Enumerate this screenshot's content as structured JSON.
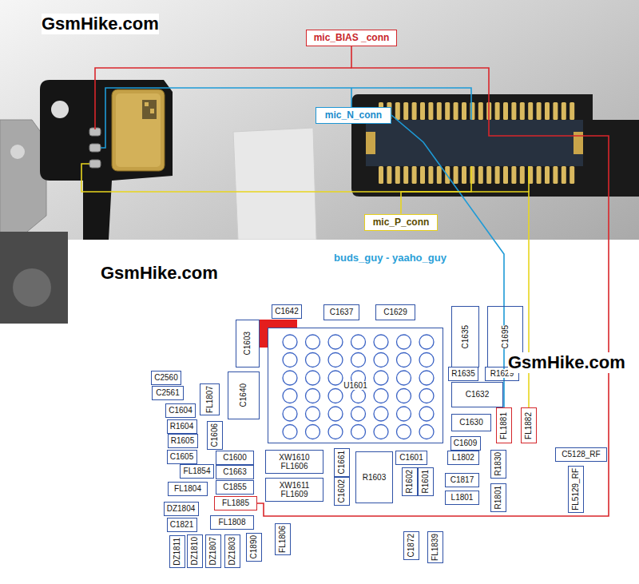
{
  "diagram": {
    "nodes": [
      {
        "text": [
          "mic_BIAS _conn"
        ]
      },
      {
        "text": [
          "mic_N_conn"
        ]
      },
      {
        "text": [
          "mic_P_conn"
        ]
      },
      {
        "text": [
          "C1642"
        ]
      },
      {
        "text": [
          "C1637"
        ]
      },
      {
        "text": [
          "C1629"
        ]
      },
      {
        "text": [
          "C1603"
        ]
      },
      {
        "text": [
          "C1635"
        ]
      },
      {
        "text": [
          "C1695"
        ]
      },
      {
        "text": [
          "U1601"
        ]
      },
      {
        "text": [
          "R1635"
        ]
      },
      {
        "text": [
          "R1629"
        ]
      },
      {
        "text": [
          "C1640"
        ]
      },
      {
        "text": [
          "C1632"
        ]
      },
      {
        "text": [
          "FL1807"
        ]
      },
      {
        "text": [
          "C2560"
        ]
      },
      {
        "text": [
          "C2561"
        ]
      },
      {
        "text": [
          "C1604"
        ]
      },
      {
        "text": [
          "C1630"
        ]
      },
      {
        "text": [
          "FL1881"
        ]
      },
      {
        "text": [
          "FL1882"
        ]
      },
      {
        "text": [
          "R1604"
        ]
      },
      {
        "text": [
          "C1606"
        ]
      },
      {
        "text": [
          "R1605"
        ]
      },
      {
        "text": [
          "C1609"
        ]
      },
      {
        "text": [
          "C1605"
        ]
      },
      {
        "text": [
          "XW1610",
          "FL1606"
        ]
      },
      {
        "text": [
          "C1661"
        ]
      },
      {
        "text": [
          "R1603"
        ]
      },
      {
        "text": [
          "C1601"
        ]
      },
      {
        "text": [
          "L1802"
        ]
      },
      {
        "text": [
          "R1830"
        ]
      },
      {
        "text": [
          "C5128_RF"
        ]
      },
      {
        "text": [
          "C1600"
        ]
      },
      {
        "text": [
          "FL1854"
        ]
      },
      {
        "text": [
          "C1663"
        ]
      },
      {
        "text": [
          "FL5129_RF"
        ]
      },
      {
        "text": [
          "R1602"
        ]
      },
      {
        "text": [
          "R1601"
        ]
      },
      {
        "text": [
          "C1817"
        ]
      },
      {
        "text": [
          "XW1611",
          "FL1609"
        ]
      },
      {
        "text": [
          "C1602"
        ]
      },
      {
        "text": [
          "FL1804"
        ]
      },
      {
        "text": [
          "C1855"
        ]
      },
      {
        "text": [
          "R1801"
        ]
      },
      {
        "text": [
          "L1801"
        ]
      },
      {
        "text": [
          "FL1885"
        ]
      },
      {
        "text": [
          "DZ1804"
        ]
      },
      {
        "text": [
          "FL1808"
        ]
      },
      {
        "text": [
          "C1821"
        ]
      },
      {
        "text": [
          "FL1806"
        ]
      },
      {
        "text": [
          "C1872"
        ]
      },
      {
        "text": [
          "FL1839"
        ]
      },
      {
        "text": [
          "DZ1811"
        ]
      },
      {
        "text": [
          "DZ1810"
        ]
      },
      {
        "text": [
          "DZ1807"
        ]
      },
      {
        "text": [
          "DZ1803"
        ]
      },
      {
        "text": [
          "C1890"
        ]
      }
    ],
    "edges": [
      {
        "from": 0,
        "to": 46,
        "arrow": "none"
      },
      {
        "from": 1,
        "to": 19,
        "arrow": "none"
      },
      {
        "from": 2,
        "to": 20,
        "arrow": "none"
      }
    ],
    "labels": [
      "GsmHike.com",
      "buds_guy - yaaho_guy",
      "GsmHike.com",
      "GsmHike.com"
    ]
  }
}
